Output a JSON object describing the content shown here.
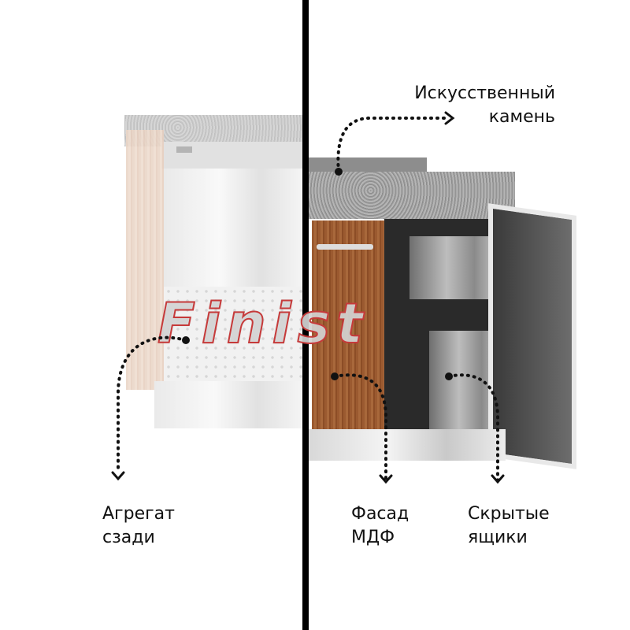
{
  "labels": {
    "stone": [
      "Искусственный",
      "камень"
    ],
    "rear_unit": [
      "Агрегат",
      "сзади"
    ],
    "facade": [
      "Фасад",
      "МДФ"
    ],
    "drawers": [
      "Скрытые",
      "ящики"
    ]
  },
  "watermark": "Finist",
  "colors": {
    "divider": "#000000",
    "text": "#111111",
    "wood": "#9b5a30",
    "watermark": "#c63a3a"
  }
}
